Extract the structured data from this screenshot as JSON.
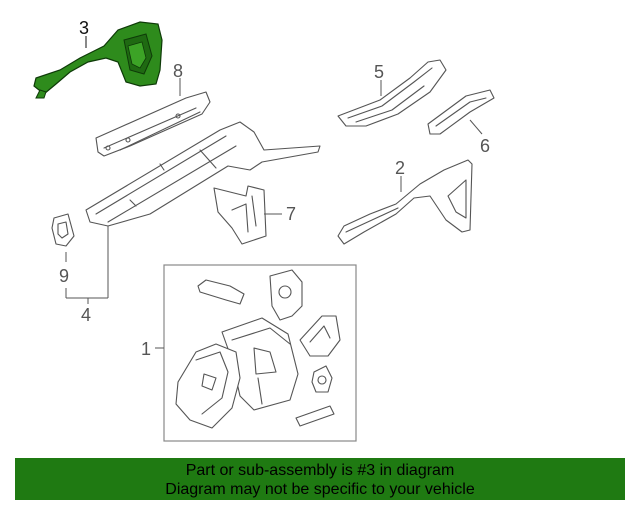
{
  "diagram": {
    "highlight_color": "#1f7a12",
    "selected_callout": "3",
    "callouts": {
      "c1": "1",
      "c2": "2",
      "c3": "3",
      "c4": "4",
      "c5": "5",
      "c6": "6",
      "c7": "7",
      "c8": "8",
      "c9": "9"
    }
  },
  "banner": {
    "line1": "Part or sub-assembly is #3 in diagram",
    "line2": "Diagram may not be specific to your vehicle",
    "background": "#1f7a12"
  }
}
